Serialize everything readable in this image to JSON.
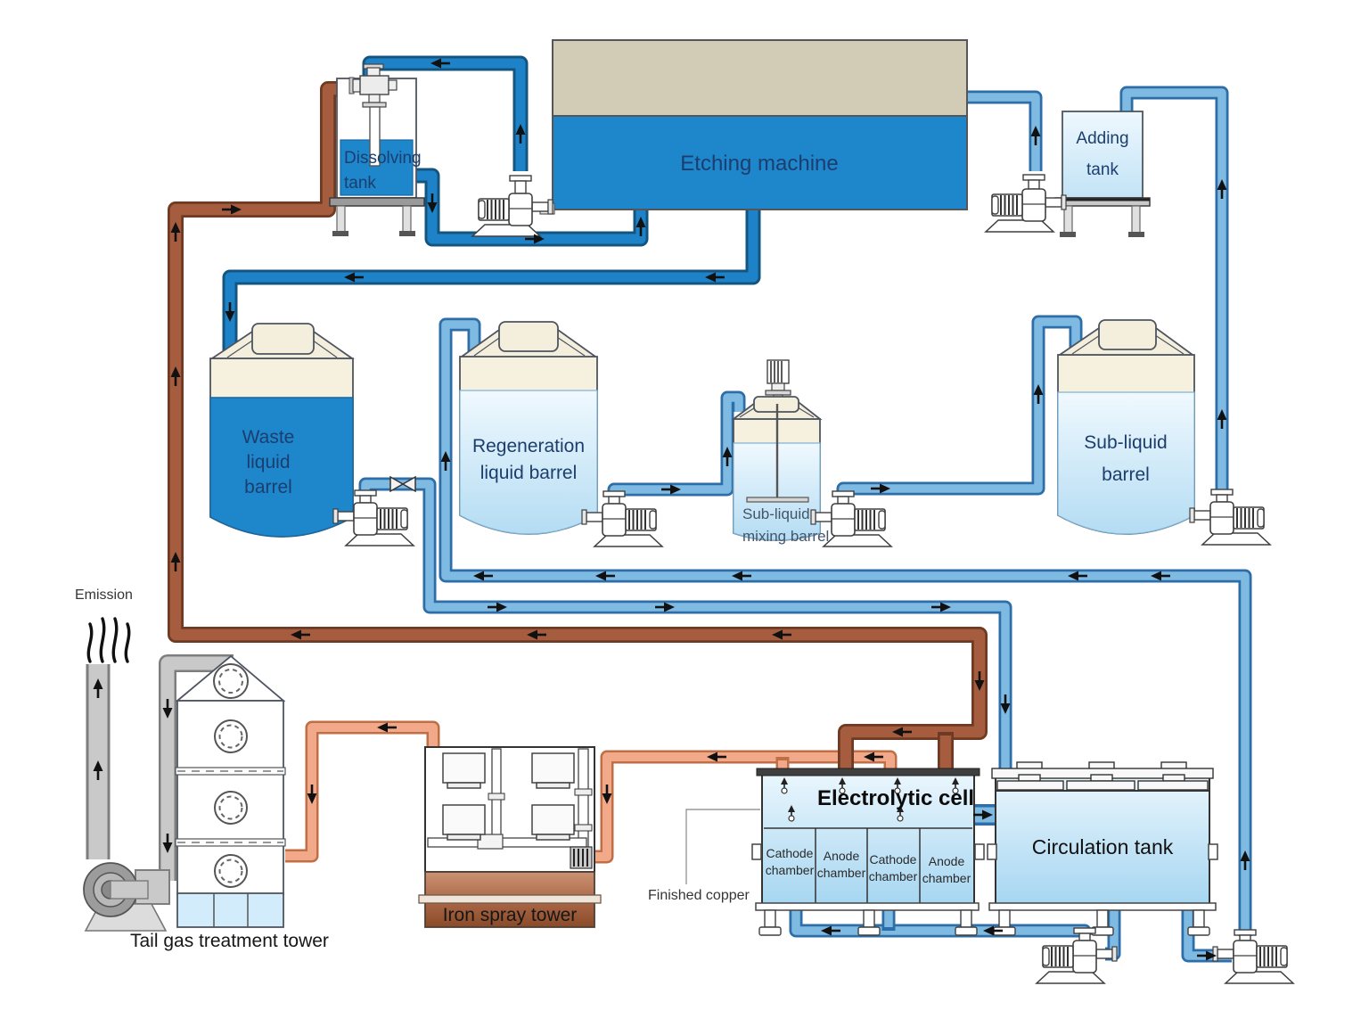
{
  "diagram_type": "process-flow-diagram",
  "colors": {
    "etchant_blue": "#1e86cb",
    "machine_lid_beige": "#d2ccb6",
    "barrel_cream": "#f4eedd",
    "pipe_dark_blue": "#1e82c8",
    "pipe_light_blue": "#7fbae3",
    "pipe_copper_brown": "#a65c3e",
    "pipe_salmon": "#f2a98a",
    "duct_gray": "#c9c9c9",
    "iron_tower_brown": "#9a5733",
    "label_navy": "#1c3e6e"
  },
  "vessels": {
    "dissolving_tank": {
      "label_lines": [
        "Dissolving",
        "tank"
      ]
    },
    "etching_machine": {
      "label": "Etching machine"
    },
    "adding_tank": {
      "label_lines": [
        "Adding",
        "tank"
      ]
    },
    "waste_liquid_barrel": {
      "label_lines": [
        "Waste",
        "liquid",
        "barrel"
      ]
    },
    "regeneration_liquid_barrel": {
      "label_lines": [
        "Regeneration",
        "liquid barrel"
      ]
    },
    "sub_liquid_mixing_barrel": {
      "label_lines": [
        "Sub-liquid",
        "mixing barrel"
      ]
    },
    "sub_liquid_barrel": {
      "label_lines": [
        "Sub-liquid",
        "barrel"
      ]
    },
    "tail_gas_treatment_tower": {
      "label": "Tail gas treatment tower",
      "emission_label": "Emission"
    },
    "iron_spray_tower": {
      "label": "Iron spray tower"
    },
    "electrolytic_cell": {
      "label": "Electrolytic cell",
      "chambers": [
        [
          "Cathode",
          "chamber"
        ],
        [
          "Anode",
          "chamber"
        ],
        [
          "Cathode",
          "chamber"
        ],
        [
          "Anode",
          "chamber"
        ]
      ],
      "annotation": "Finished copper"
    },
    "circulation_tank": {
      "label": "Circulation tank"
    }
  }
}
